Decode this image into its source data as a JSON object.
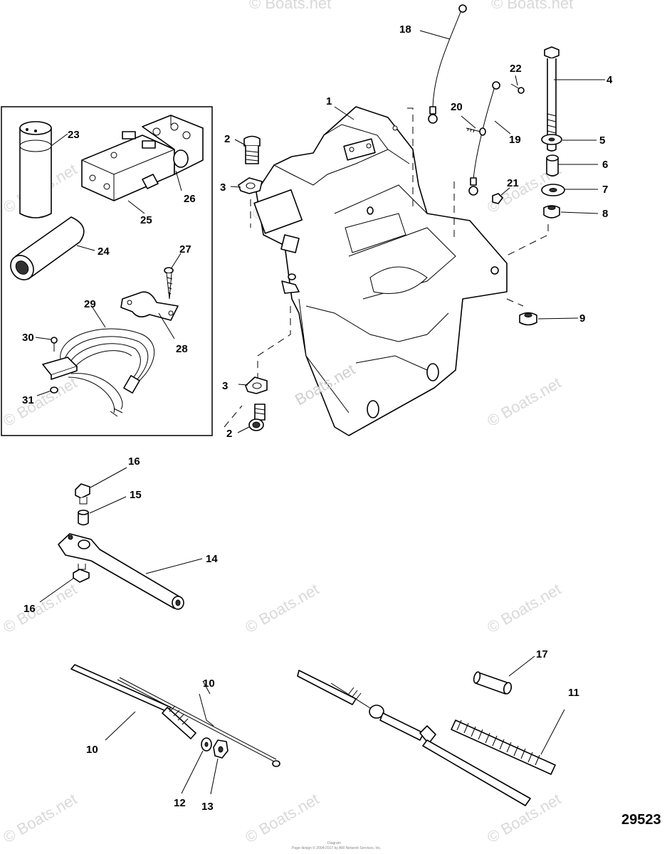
{
  "figure_number": "29523",
  "inset_parts": [
    "23",
    "24",
    "25",
    "26",
    "27",
    "28",
    "29",
    "30",
    "31"
  ],
  "callouts": {
    "c1": "1",
    "c2a": "2",
    "c2b": "2",
    "c3a": "3",
    "c3b": "3",
    "c4": "4",
    "c5": "5",
    "c6": "6",
    "c7": "7",
    "c8": "8",
    "c9": "9",
    "c10a": "10",
    "c10b": "10",
    "c11": "11",
    "c12": "12",
    "c13": "13",
    "c14": "14",
    "c15": "15",
    "c16a": "16",
    "c16b": "16",
    "c17": "17",
    "c18": "18",
    "c19": "19",
    "c20": "20",
    "c21": "21",
    "c22": "22",
    "c23": "23",
    "c24": "24",
    "c25": "25",
    "c26": "26",
    "c27": "27",
    "c28": "28",
    "c29": "29",
    "c30": "30",
    "c31": "31"
  },
  "watermark": "© Boats.net",
  "watermark_inline": "Boats.net",
  "footer": {
    "line1": "Diagram",
    "line2": "Page design © 2004-2017 by ARI Network Services, Inc."
  }
}
